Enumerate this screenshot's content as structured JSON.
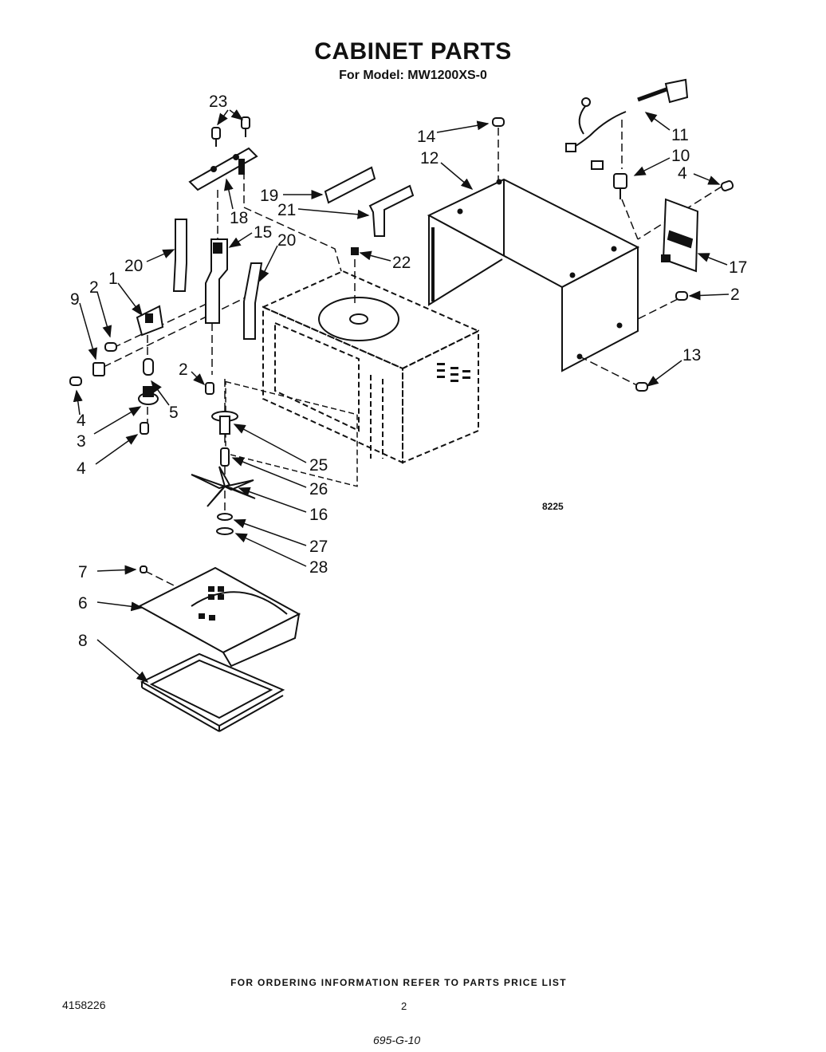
{
  "header": {
    "title": "CABINET PARTS",
    "subtitle": "For Model: MW1200XS-0"
  },
  "callouts": [
    "23",
    "14",
    "12",
    "11",
    "10",
    "4",
    "19",
    "21",
    "18",
    "15",
    "20",
    "20",
    "22",
    "17",
    "1",
    "2",
    "9",
    "2",
    "2",
    "13",
    "5",
    "4",
    "3",
    "4",
    "25",
    "26",
    "16",
    "27",
    "28",
    "7",
    "6",
    "8"
  ],
  "diagram_code": "8225",
  "footer": {
    "note": "FOR ORDERING INFORMATION REFER TO PARTS PRICE LIST",
    "doc_number": "4158226",
    "page": "2",
    "handwritten": "695-G-10"
  }
}
